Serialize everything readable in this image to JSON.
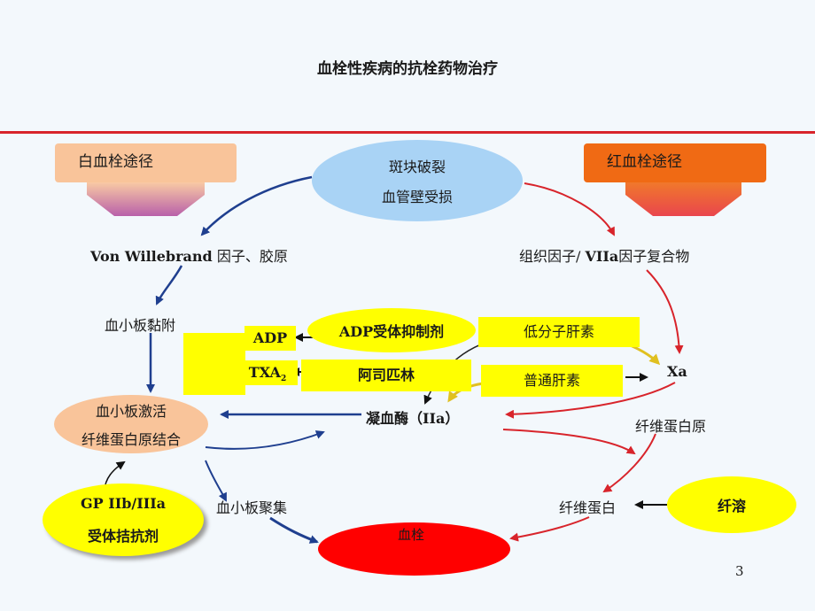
{
  "title": "血栓性疾病的抗栓药物治疗",
  "white_pathway": "白血栓途径",
  "red_pathway": "红血栓途径",
  "plaque": {
    "line1": "斑块破裂",
    "line2": "血管壁受损"
  },
  "vwf_bold": "Von Willebrand",
  "vwf_rest": " 因子、胶原",
  "tf_pre": "组织因子/ ",
  "tf_bold": "VIIa",
  "tf_post": "因子复合物",
  "adhesion": "血小板黏附",
  "adp": "ADP",
  "txa": "TXA",
  "txa_sub": "2",
  "adp_inhibitor": "ADP受体抑制剂",
  "aspirin": "阿司匹林",
  "lmwh": "低分子肝素",
  "ufh": "普通肝素",
  "xa": "Xa",
  "activation": {
    "line1": "血小板激活",
    "line2": "纤维蛋白原结合"
  },
  "thrombin_cn": "凝血酶",
  "thrombin_abbr": "（IIa）",
  "fibrinogen": "纤维蛋白原",
  "fibrin": "纤维蛋白",
  "fibrinolysis": "纤溶",
  "gp": {
    "line1": "GP IIb/IIIa",
    "line2": "受体拮抗剂"
  },
  "aggregation": "血小板聚集",
  "thrombus": "血栓",
  "page_number": "3",
  "colors": {
    "blue_arrow": "#1f3f8f",
    "red_arrow": "#d8242b",
    "yellow": "#ffff00",
    "rule": "#d8242b"
  }
}
